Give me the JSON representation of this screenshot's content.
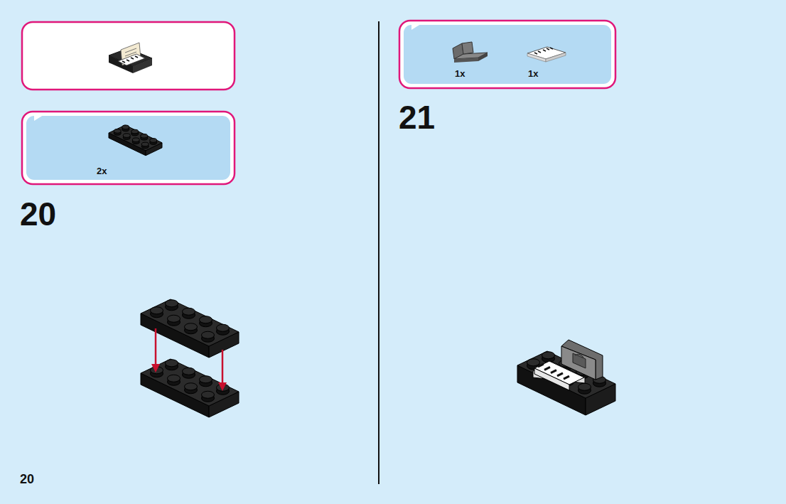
{
  "diagram": {
    "nodes": [
      {
        "text": [
          "2x"
        ]
      },
      {
        "text": [
          "1x",
          "1x"
        ]
      }
    ],
    "labels": [
      "20",
      "21",
      "20"
    ]
  }
}
